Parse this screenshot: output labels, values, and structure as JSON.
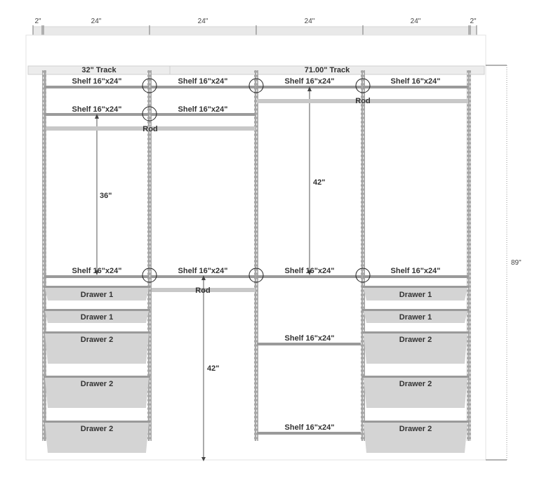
{
  "top_widths": [
    "2\"",
    "24\"",
    "24\"",
    "24\"",
    "24\"",
    "2\""
  ],
  "height_label": "89\"",
  "tracks": {
    "left": "32\" Track",
    "right": "71.00\" Track"
  },
  "col1": {
    "shelf_top": "Shelf 16\"x24\"",
    "shelf_2": "Shelf 16\"x24\"",
    "gap": "36\"",
    "shelf_mid": "Shelf 16\"x24\"",
    "drawers": [
      "Drawer 1",
      "Drawer 1",
      "Drawer 2",
      "Drawer 2",
      "Drawer 2"
    ]
  },
  "col2": {
    "shelf_top": "Shelf 16\"x24\"",
    "shelf_2": "Shelf 16\"x24\"",
    "rod_upper": "Rod",
    "shelf_mid": "Shelf 16\"x24\"",
    "rod_lower": "Rod",
    "gap": "42\""
  },
  "col3": {
    "shelf_top": "Shelf 16\"x24\"",
    "gap": "42\"",
    "shelf_mid": "Shelf 16\"x24\"",
    "shelf_lower": "Shelf 16\"x24\"",
    "shelf_bottom": "Shelf 16\"x24\""
  },
  "col4": {
    "shelf_top": "Shelf 16\"x24\"",
    "rod": "Rod",
    "shelf_mid": "Shelf 16\"x24\"",
    "drawers": [
      "Drawer 1",
      "Drawer 1",
      "Drawer 2",
      "Drawer 2",
      "Drawer 2"
    ]
  },
  "colors": {
    "upright": "#a6a6a6",
    "shelf": "#9a9a9a",
    "rod": "#c8c8c8",
    "drawer": "#d4d4d4",
    "track": "#ececec",
    "outline": "#e3e3e3",
    "dim_line": "#555555"
  }
}
